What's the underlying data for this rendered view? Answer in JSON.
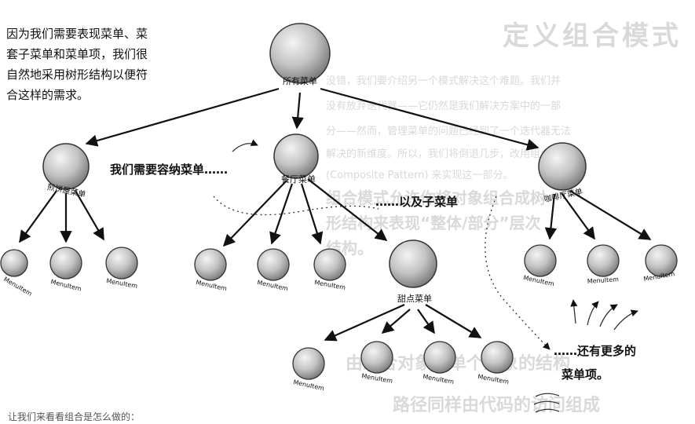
{
  "root": {
    "label": "所有菜单"
  },
  "menus": {
    "pancake": {
      "label": "煎饼屋菜单"
    },
    "diner": {
      "label": "餐厅菜单"
    },
    "cafe": {
      "label": "咖啡厅菜单"
    },
    "dessert": {
      "label": "甜点菜单"
    }
  },
  "menu_item_label": "MenuItem",
  "annotations": {
    "intro_line1": "因为我们需要表现菜单、菜",
    "intro_line2": "套子菜单和菜单项，我们很",
    "intro_line3": "自然地采用树形结构以便符",
    "intro_line4": "合这样的需求。",
    "contain_menus": "我们需要容纳菜单……",
    "and_submenus": "……以及子菜单",
    "more_items_1": "……还有更多的",
    "more_items_2": "菜单项。"
  },
  "bleed_text": {
    "title": "定义组合模式",
    "p1": "没错，我们要介绍另一个模式解决这个难题。我们并",
    "p2": "没有放弃迭代器——它仍然是我们解决方案中的一部",
    "p3": "分——然而，管理菜单的问题已经到了一个迭代器无法",
    "p4": "解决的新维度。所以，我们将倒退几步，改用组合模式",
    "p5": "(Composite Pattern) 来实现这一部分。",
    "big1": "组合模式允许你将对象组合成树",
    "big2": "形结构来表现“整体/部分”层次",
    "big3": "结构。",
    "h2": "由组合对象与单个对象的结构",
    "h3": "路径同样由代码的访问组成",
    "bottom_left": "让我们来看看组合是怎么做的："
  }
}
